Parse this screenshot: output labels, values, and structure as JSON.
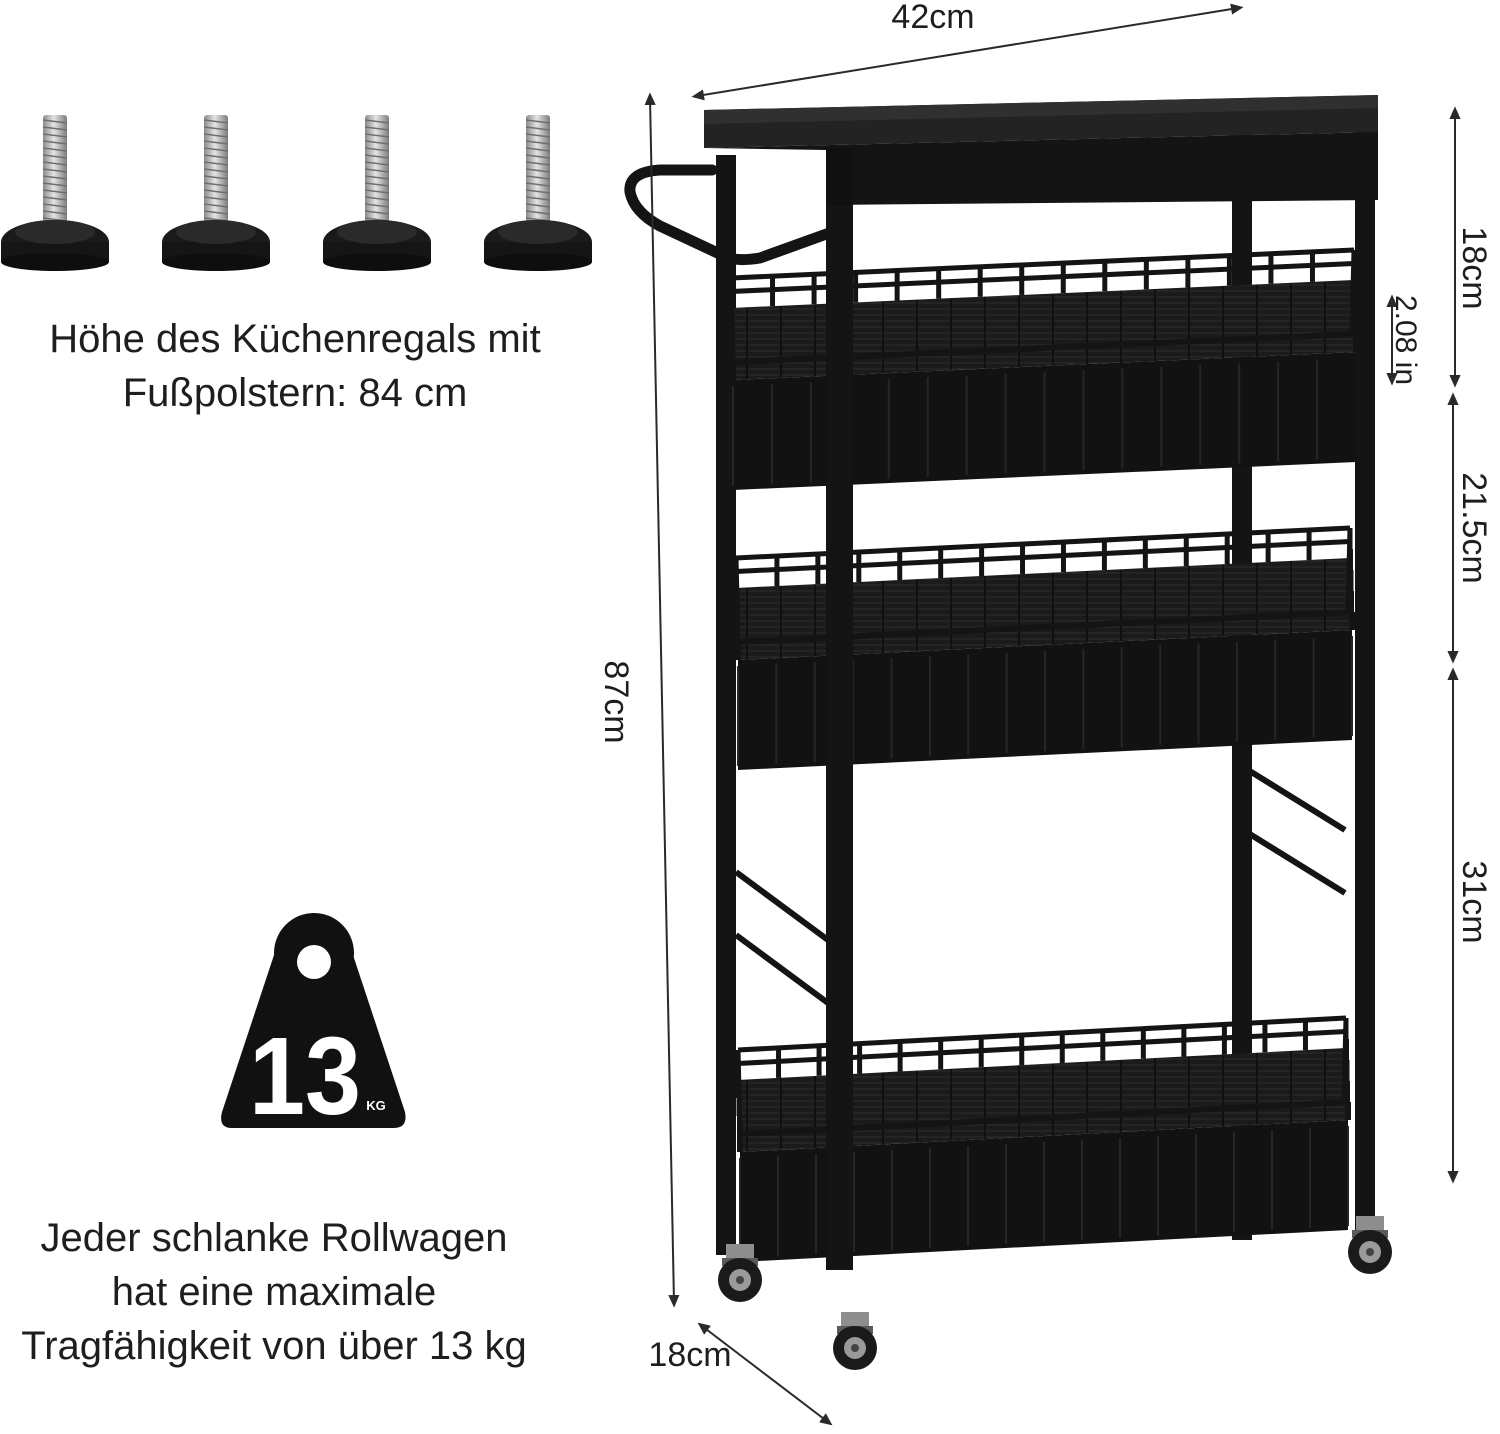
{
  "caption_height": {
    "line1": "Höhe des Küchenregals mit",
    "line2": "Fußpolstern: 84 cm"
  },
  "caption_load": {
    "line1": "Jeder schlanke Rollwagen",
    "line2": "hat eine maximale",
    "line3": "Tragfähigkeit von über 13 kg"
  },
  "weight_badge": {
    "value": "13",
    "unit": "KG"
  },
  "dimensions": {
    "width": "42cm",
    "height": "87cm",
    "depth": "18cm",
    "shelf_top": "18cm",
    "rail_height": "2.08 in",
    "shelf_middle": "21.5cm",
    "shelf_bottom": "31cm"
  },
  "colors": {
    "frame": "#141414",
    "wood": "#1c1c1c",
    "bolt": "#b9b9b9",
    "dimension_line": "#2a2a2a"
  }
}
